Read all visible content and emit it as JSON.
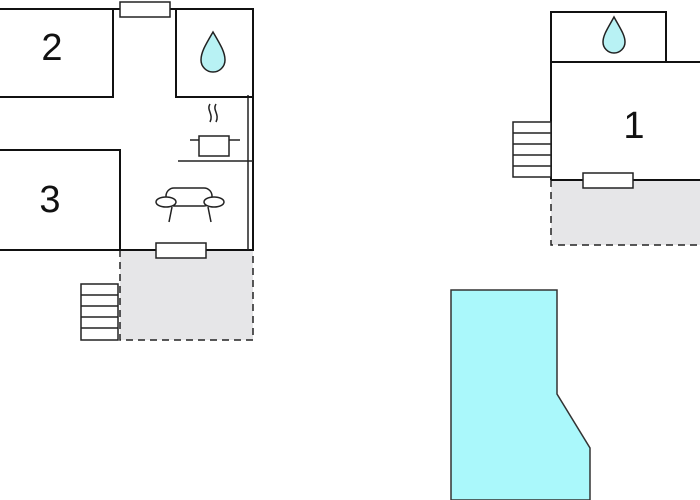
{
  "rooms": [
    {
      "number": "2"
    },
    {
      "number": "3"
    },
    {
      "number": "1"
    }
  ],
  "icons": {
    "water": "water-drop-icon",
    "cooking": "cooking-pot-icon",
    "sofa": "sofa-icon",
    "stairs": "stairs-icon",
    "pool": "swimming-pool"
  },
  "colors": {
    "wall": "#111111",
    "terrace": "#e6e6e8",
    "water": "#b8f2f4",
    "pool": "#aaf8fb"
  }
}
